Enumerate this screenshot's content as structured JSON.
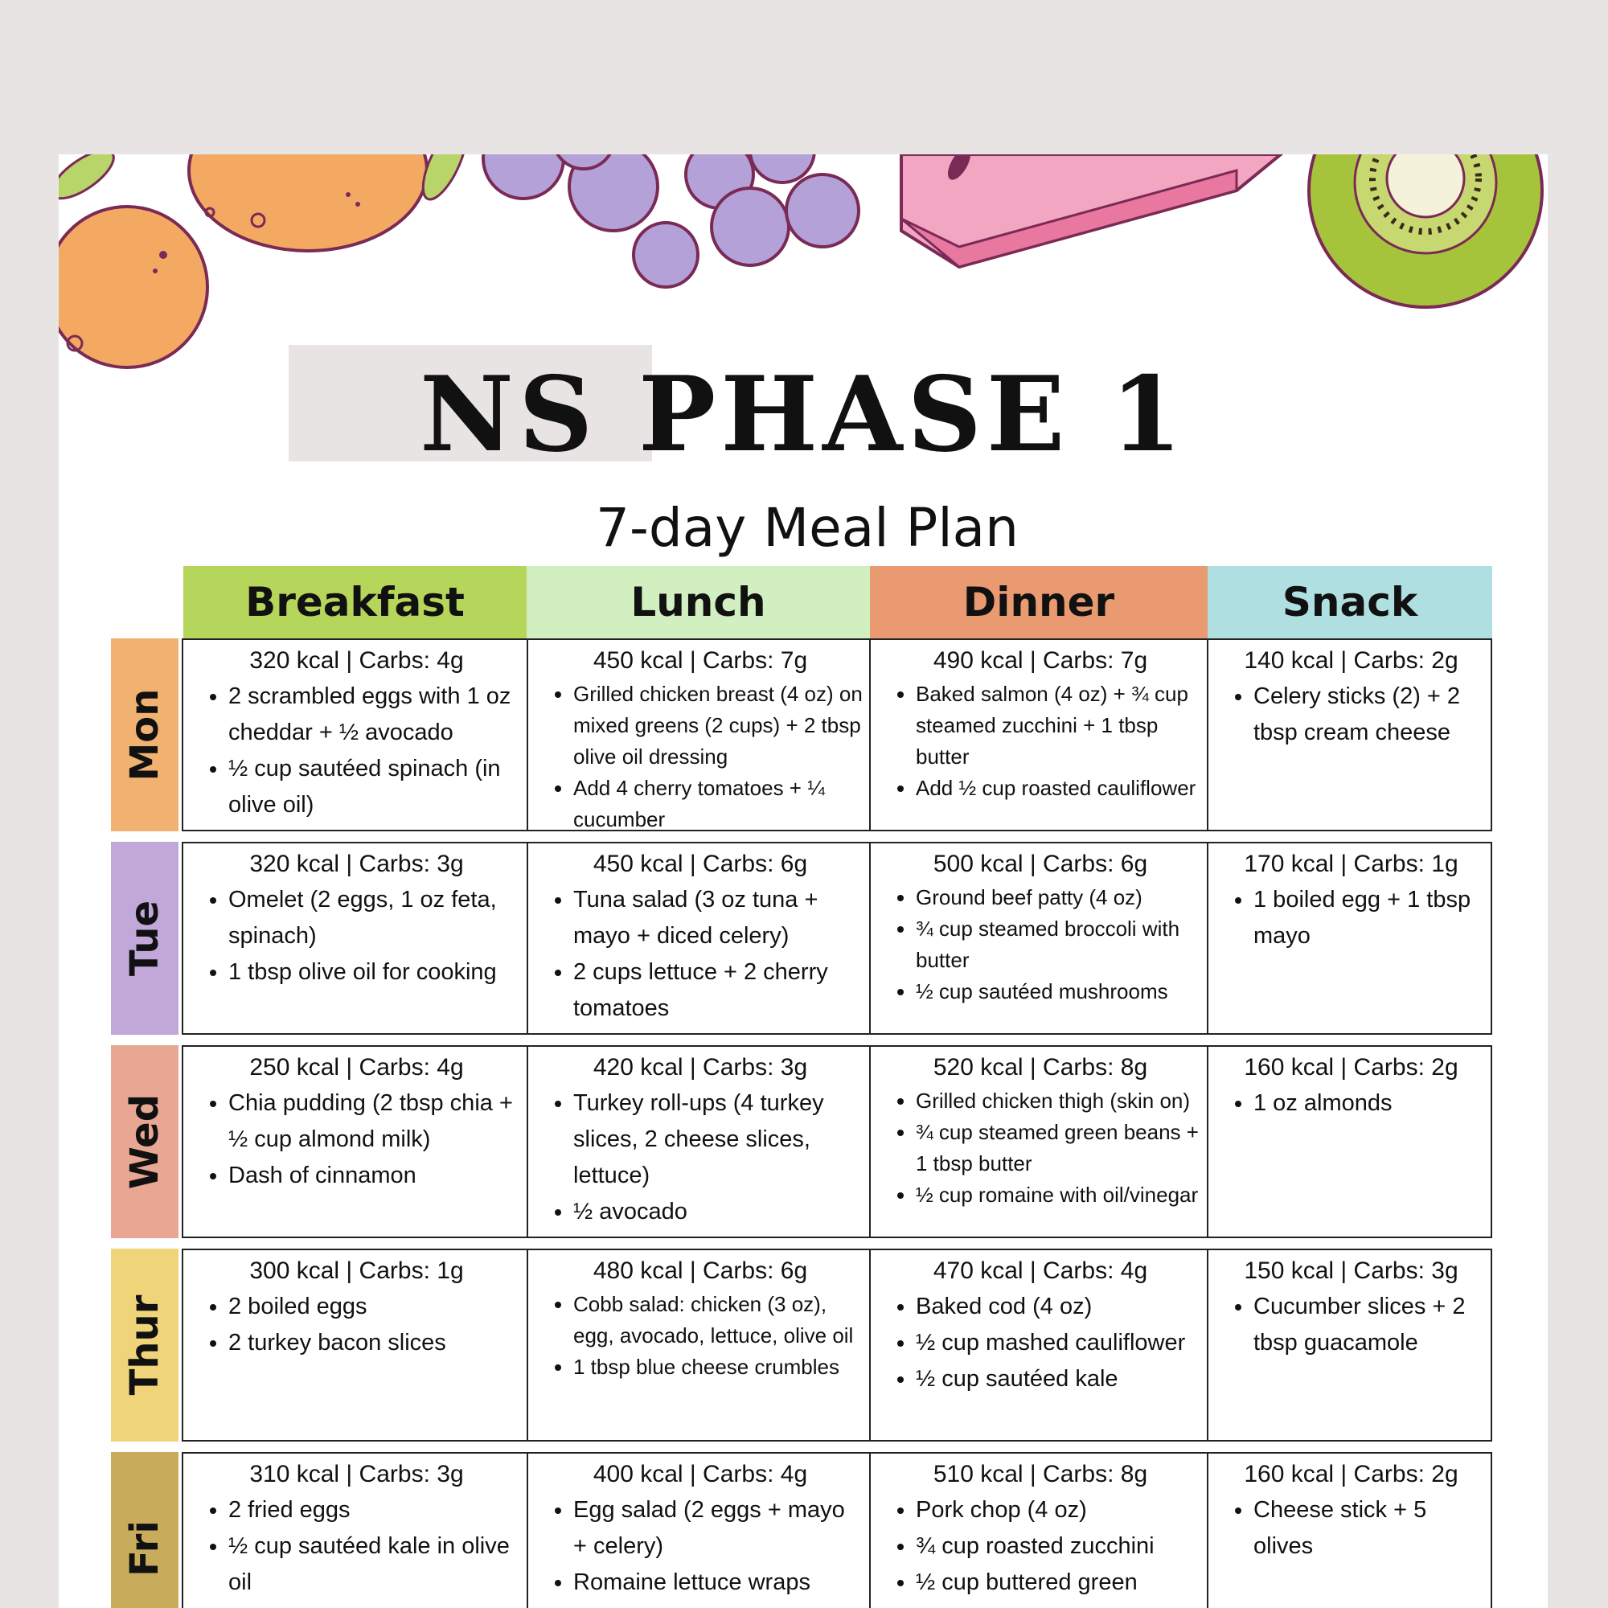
{
  "header": {
    "title": "NS PHASE 1",
    "subtitle": "7-day Meal Plan"
  },
  "colors": {
    "breakfast": "#b5d65a",
    "lunch": "#d2efc2",
    "dinner": "#ea9a71",
    "snack": "#afdfe1",
    "mon": "#f1b271",
    "tue": "#c2a8d9",
    "wed": "#e7a792",
    "thur": "#f0d47a",
    "fri": "#c9ab5c"
  },
  "columns": [
    "Breakfast",
    "Lunch",
    "Dinner",
    "Snack"
  ],
  "days": [
    {
      "label": "Mon",
      "meals": [
        {
          "kcal": "320 kcal | Carbs: 4g",
          "items": [
            "2 scrambled eggs with 1 oz cheddar + ½ avocado",
            "½ cup sautéed spinach (in olive oil)"
          ]
        },
        {
          "kcal": "450 kcal | Carbs: 7g",
          "items": [
            "Grilled chicken breast (4 oz) on mixed greens (2 cups) + 2 tbsp olive oil dressing",
            "Add 4 cherry tomatoes + ¼ cucumber"
          ]
        },
        {
          "kcal": "490 kcal | Carbs: 7g",
          "items": [
            "Baked salmon (4 oz) + ¾ cup steamed zucchini + 1 tbsp butter",
            "Add ½ cup roasted cauliflower"
          ]
        },
        {
          "kcal": "140 kcal | Carbs: 2g",
          "items": [
            "Celery sticks (2) + 2 tbsp cream cheese"
          ]
        }
      ]
    },
    {
      "label": "Tue",
      "meals": [
        {
          "kcal": "320 kcal | Carbs: 3g",
          "items": [
            "Omelet (2 eggs, 1 oz feta, spinach)",
            "1 tbsp olive oil for cooking"
          ]
        },
        {
          "kcal": "450 kcal | Carbs: 6g",
          "items": [
            "Tuna salad (3 oz tuna + mayo + diced celery)",
            "2 cups lettuce + 2 cherry tomatoes"
          ]
        },
        {
          "kcal": "500 kcal | Carbs: 6g",
          "items": [
            "Ground beef patty (4 oz)",
            "¾ cup steamed broccoli with butter",
            "½ cup sautéed mushrooms"
          ]
        },
        {
          "kcal": "170 kcal | Carbs: 1g",
          "items": [
            "1 boiled egg + 1 tbsp mayo"
          ]
        }
      ]
    },
    {
      "label": "Wed",
      "meals": [
        {
          "kcal": "250 kcal | Carbs: 4g",
          "items": [
            "Chia pudding (2 tbsp chia + ½ cup almond milk)",
            "Dash of cinnamon"
          ]
        },
        {
          "kcal": "420 kcal | Carbs: 3g",
          "items": [
            "Turkey roll-ups (4 turkey slices, 2 cheese slices, lettuce)",
            "½ avocado"
          ]
        },
        {
          "kcal": "520 kcal | Carbs: 8g",
          "items": [
            "Grilled chicken thigh (skin on)",
            "¾ cup steamed green beans + 1 tbsp butter",
            "½ cup romaine with oil/vinegar"
          ]
        },
        {
          "kcal": "160 kcal | Carbs: 2g",
          "items": [
            "1 oz almonds"
          ]
        }
      ]
    },
    {
      "label": "Thur",
      "meals": [
        {
          "kcal": "300 kcal | Carbs: 1g",
          "items": [
            "2 boiled eggs",
            "2 turkey bacon slices"
          ]
        },
        {
          "kcal": "480 kcal | Carbs: 6g",
          "items": [
            "Cobb salad: chicken (3 oz), egg, avocado, lettuce, olive oil",
            "1 tbsp blue cheese crumbles"
          ]
        },
        {
          "kcal": "470 kcal | Carbs: 4g",
          "items": [
            "Baked cod (4 oz)",
            "½ cup mashed cauliflower",
            "½ cup sautéed kale"
          ]
        },
        {
          "kcal": "150 kcal | Carbs: 3g",
          "items": [
            "Cucumber slices + 2 tbsp guacamole"
          ]
        }
      ]
    },
    {
      "label": "Fri",
      "meals": [
        {
          "kcal": "310 kcal | Carbs: 3g",
          "items": [
            "2 fried eggs",
            "½ cup sautéed kale in olive oil"
          ]
        },
        {
          "kcal": "400 kcal | Carbs: 4g",
          "items": [
            "Egg salad (2 eggs + mayo + celery)",
            "Romaine lettuce wraps"
          ]
        },
        {
          "kcal": "510 kcal | Carbs: 8g",
          "items": [
            "Pork chop (4 oz)",
            "¾ cup roasted zucchini",
            "½ cup buttered green"
          ]
        },
        {
          "kcal": "160 kcal | Carbs: 2g",
          "items": [
            "Cheese stick + 5 olives"
          ]
        }
      ]
    }
  ]
}
